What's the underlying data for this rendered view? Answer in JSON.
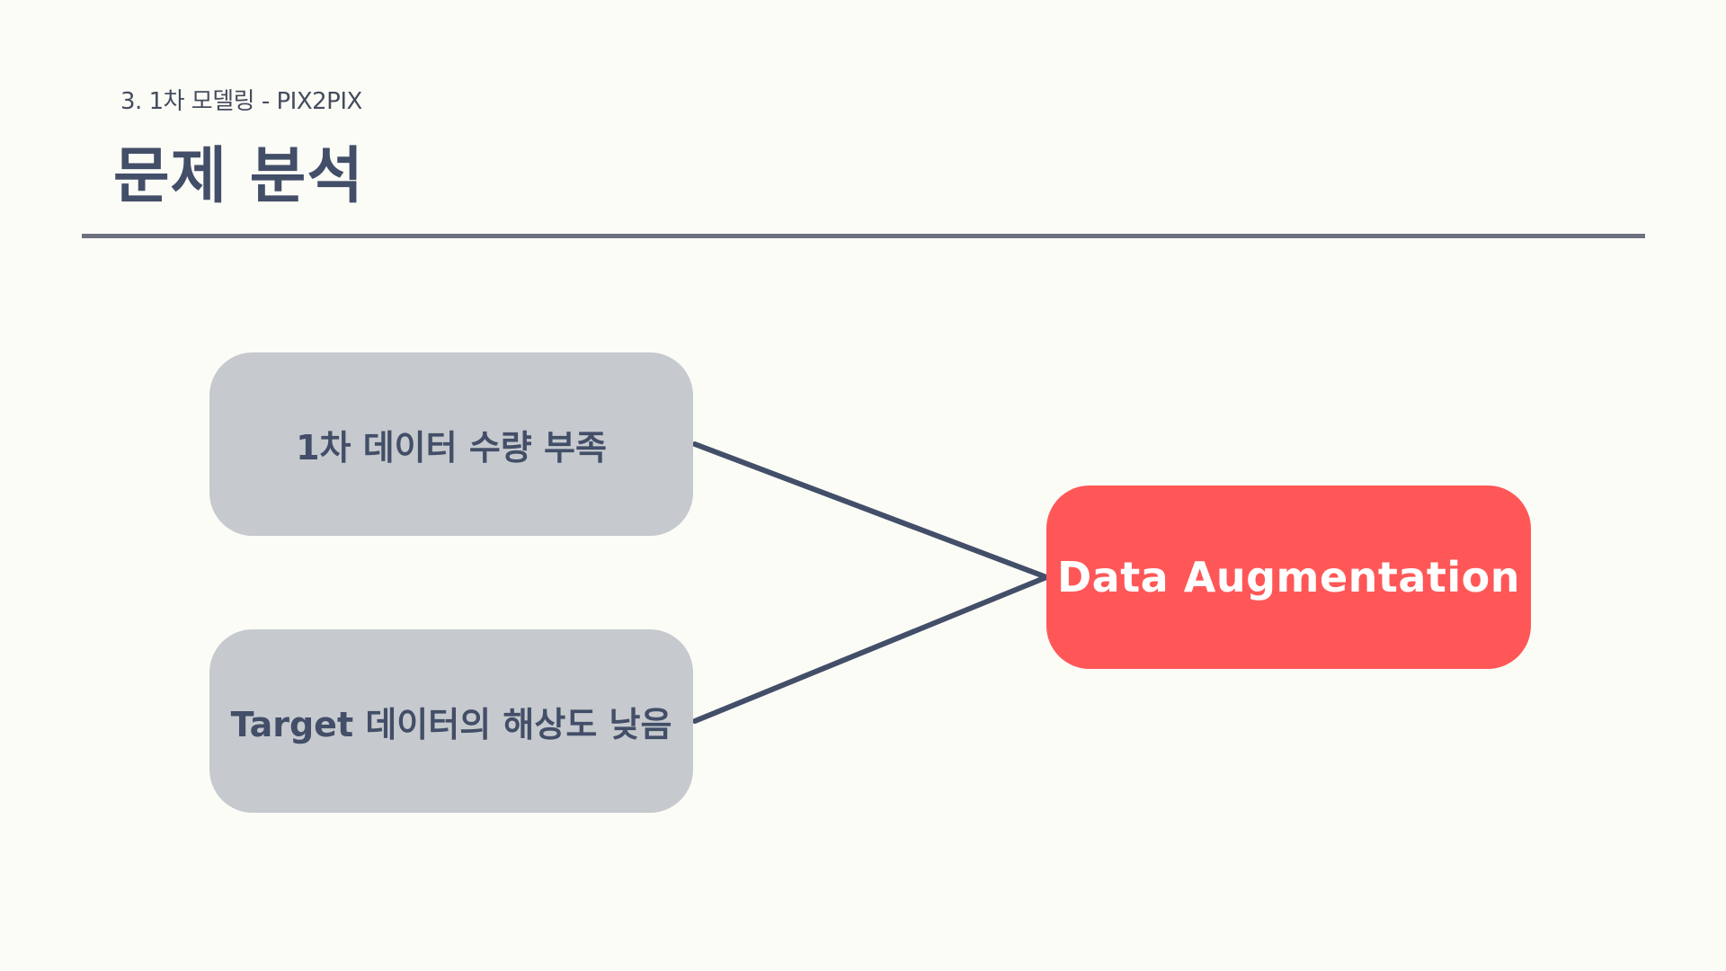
{
  "header": {
    "subtitle": "3. 1차 모델링 - PIX2PIX",
    "title": "문제 분석"
  },
  "diagram": {
    "problems": [
      {
        "label": "1차 데이터 수량 부족"
      },
      {
        "label": "Target 데이터의 해상도 낮음"
      }
    ],
    "solution": {
      "label": "Data Augmentation"
    }
  },
  "colors": {
    "background": "#fcfcf7",
    "text_dark": "#434e68",
    "divider": "#6b717e",
    "problem_box": "#c6cace",
    "solution_box": "#ff5757",
    "solution_text": "#ffffff",
    "connector": "#434e68"
  }
}
